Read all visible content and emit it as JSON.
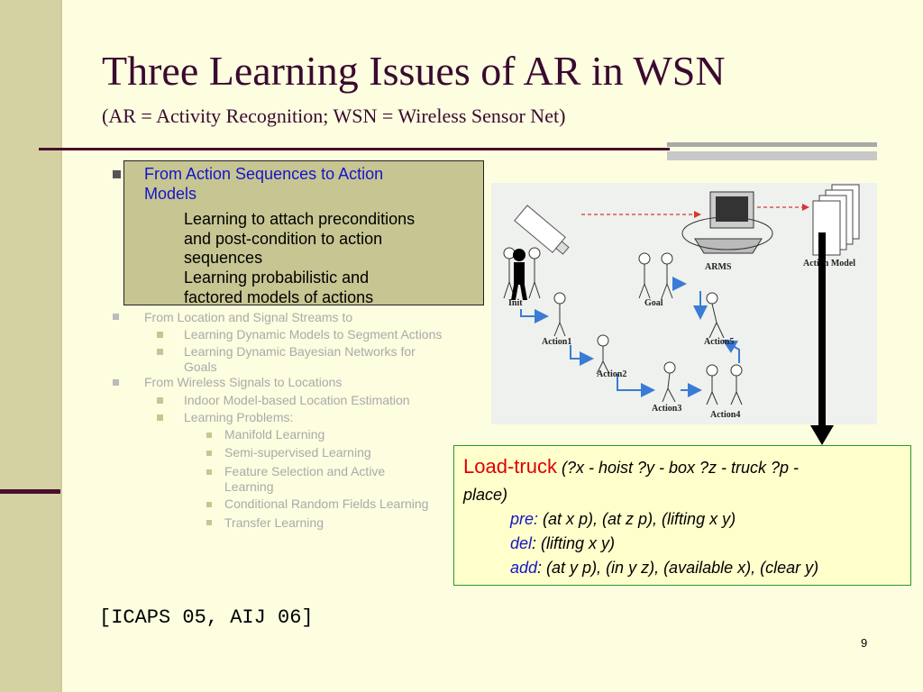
{
  "slide": {
    "title": "Three Learning Issues of AR in WSN",
    "subtitle": "(AR = Activity Recognition; WSN = Wireless Sensor Net)",
    "citation": "[ICAPS 05, AIJ 06]",
    "page_number": "9"
  },
  "outline": [
    {
      "text_lines": [
        "From Action Sequences to Action",
        "Models"
      ],
      "highlighted": true,
      "children": [
        {
          "text_lines": [
            "Learning to attach preconditions",
            "and post-condition to action",
            "sequences"
          ]
        },
        {
          "text_lines": [
            "Learning probabilistic and",
            "factored models of actions"
          ]
        }
      ]
    },
    {
      "text_lines": [
        "From Location and Signal Streams to"
      ],
      "children": [
        {
          "text_lines": [
            "Learning Dynamic Models to Segment Actions"
          ]
        },
        {
          "text_lines": [
            "Learning Dynamic Bayesian Networks for",
            "Goals"
          ]
        }
      ]
    },
    {
      "text_lines": [
        "From Wireless Signals to Locations"
      ],
      "children": [
        {
          "text_lines": [
            "Indoor Model-based Location Estimation"
          ]
        },
        {
          "text_lines": [
            "Learning Problems:"
          ],
          "children": [
            {
              "text": "Manifold Learning"
            },
            {
              "text": "Semi-supervised Learning"
            },
            {
              "text_lines": [
                "Feature Selection and Active",
                "Learning"
              ]
            },
            {
              "text": "Conditional Random Fields Learning"
            },
            {
              "text": "Transfer Learning"
            }
          ]
        }
      ]
    }
  ],
  "diagram": {
    "labels": {
      "arms": "ARMS",
      "action_model": "Action Model",
      "init": "Init",
      "goal": "Goal",
      "action1": "Action1",
      "action2": "Action2",
      "action3": "Action3",
      "action4": "Action4",
      "action5": "Action5"
    }
  },
  "operator": {
    "name": "Load-truck",
    "params": "(?x - hoist ?y - box ?z - truck ?p -",
    "params_cont": "place)",
    "pre_label": "pre:",
    "pre": " (at x p), (at z p), (lifting x y)",
    "del_label": "del",
    "del": ": (lifting x y)",
    "add_label": "add",
    "add": ": (at y p), (in y z), (available x), (clear y)"
  },
  "colors": {
    "title": "#3a0a30",
    "sidebar": "#d4d2a3",
    "highlight_box": "#c7c592",
    "link_blue": "#1515c8",
    "operator_red": "#e00000",
    "operator_border": "#2a9a2a",
    "background": "#fdfde0"
  }
}
